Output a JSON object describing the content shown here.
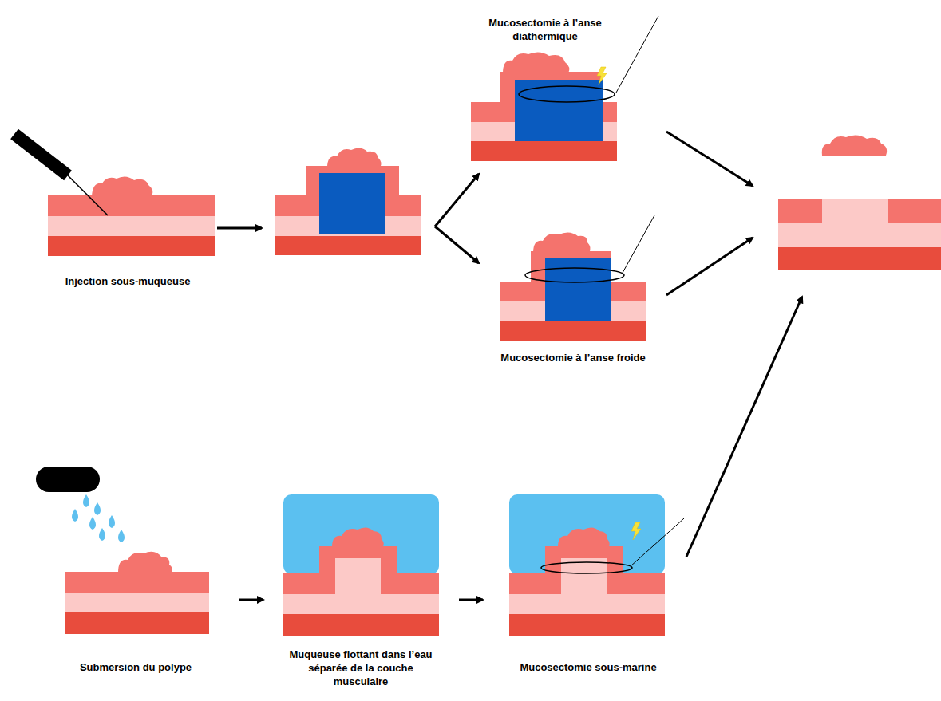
{
  "diagram": {
    "labels": [
      "Injection sous-muqueuse",
      "Mucosectomie à l’anse diathermique",
      "Mucosectomie à l’anse froide",
      "Submersion du polype",
      "Muqueuse flottant dans l’eau séparée de la couche musculaire",
      "Mucosectomie sous-marine"
    ]
  }
}
